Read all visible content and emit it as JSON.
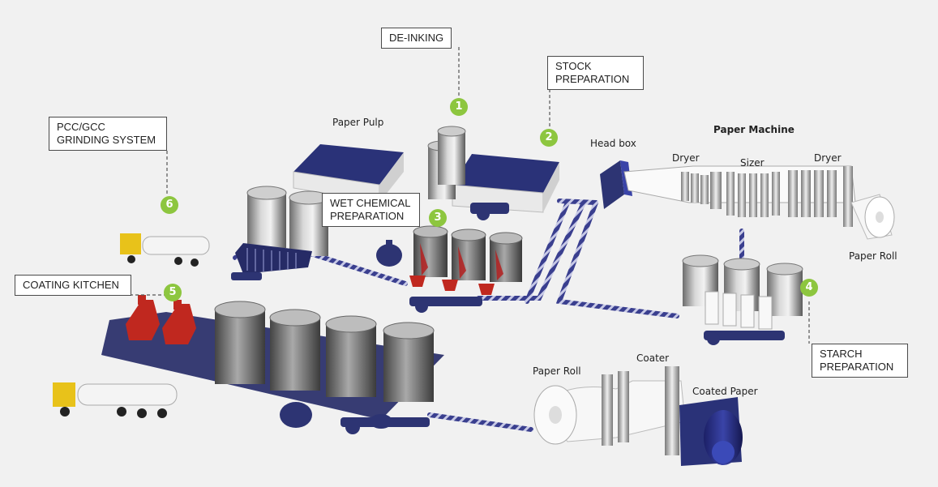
{
  "process_boxes": {
    "de_inking": "DE-INKING",
    "stock_prep_1": "STOCK",
    "stock_prep_2": "PREPARATION",
    "pcc_1": "PCC/GCC",
    "pcc_2": "GRINDING SYSTEM",
    "wet_chem_1": "WET CHEMICAL",
    "wet_chem_2": "PREPARATION",
    "coating_kitchen": "COATING KITCHEN",
    "starch_1": "STARCH",
    "starch_2": "PREPARATION"
  },
  "step_numbers": {
    "one": "1",
    "two": "2",
    "three": "3",
    "four": "4",
    "five": "5",
    "six": "6"
  },
  "labels": {
    "paper_pulp": "Paper Pulp",
    "head_box": "Head box",
    "paper_machine": "Paper Machine",
    "dryer_left": "Dryer",
    "sizer": "Sizer",
    "dryer_right": "Dryer",
    "paper_roll_top": "Paper Roll",
    "paper_roll_bottom": "Paper Roll",
    "coater": "Coater",
    "coated_paper": "Coated Paper"
  },
  "colors": {
    "step_badge": "#8dc63f",
    "pipe": "#3a3f8f",
    "equipment_dark": "#2d3473",
    "pump_red": "#c0281f",
    "tank_steel": "#9a9a9a",
    "truck_yellow": "#e8c21a"
  }
}
